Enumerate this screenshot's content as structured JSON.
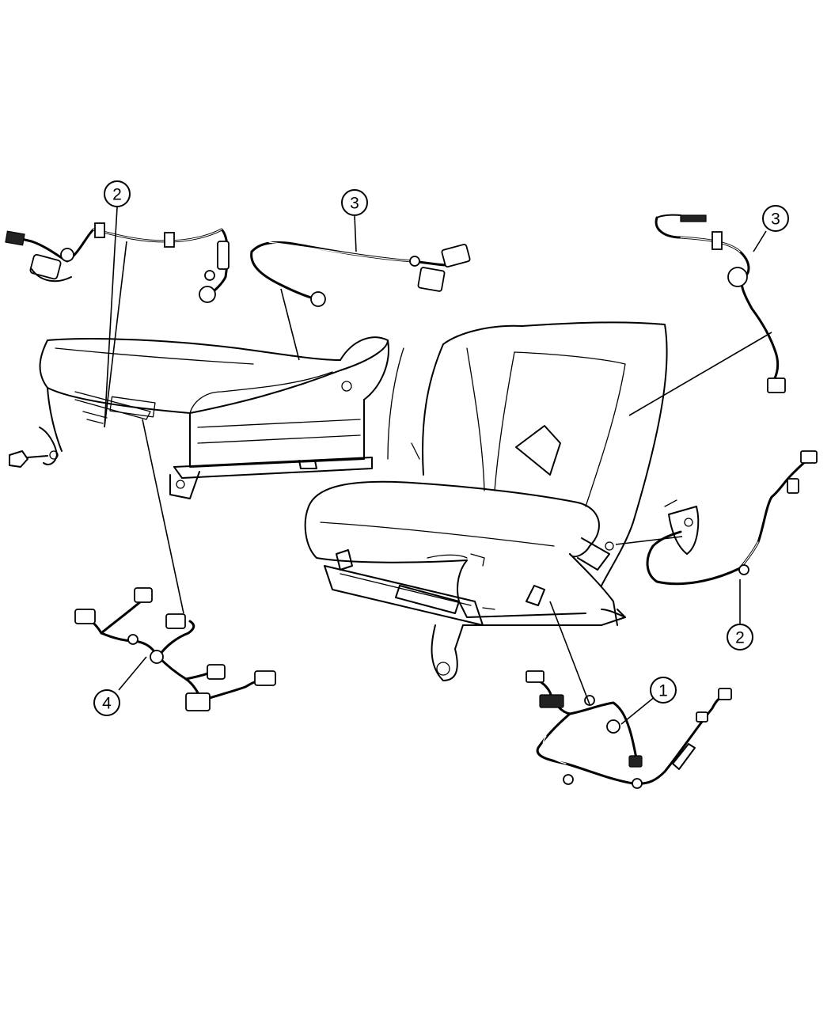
{
  "callouts": [
    {
      "id": "c1",
      "label": "1"
    },
    {
      "id": "c2a",
      "label": "2"
    },
    {
      "id": "c2b",
      "label": "2"
    },
    {
      "id": "c3a",
      "label": "3"
    },
    {
      "id": "c3b",
      "label": "3"
    },
    {
      "id": "c4",
      "label": "4"
    }
  ]
}
